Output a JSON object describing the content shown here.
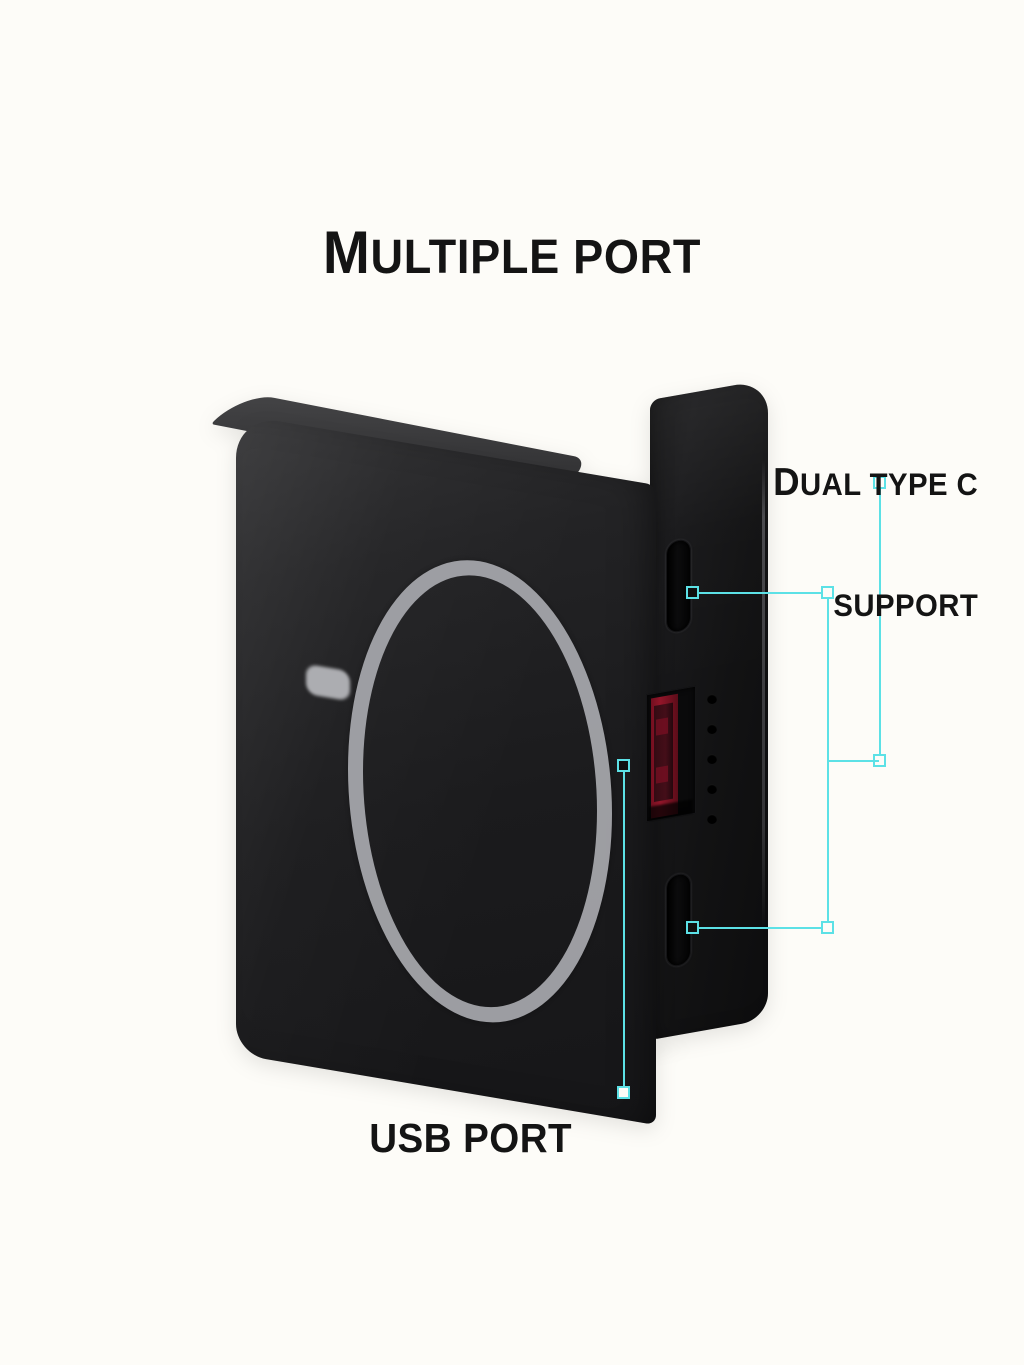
{
  "page": {
    "background_color": "#fdfcf8",
    "accent_color": "#5ce1e6",
    "text_color": "#141414",
    "title": "Multiple port",
    "title_cap": "M",
    "title_rest": "ULTIPLE PORT"
  },
  "callouts": {
    "dual_type_c": {
      "line1": "Dual type c",
      "line2": "support",
      "line1_cap": "D",
      "line1_rest": "UAL TYPE C",
      "line2_text": "SUPPORT"
    },
    "usb_port": {
      "label": "USB PORT"
    }
  },
  "product": {
    "name": "magsafe-power-bank",
    "body_color": "#1b1b1d",
    "ring_color": "#a7a8ad",
    "usb_a_color": "#b01830",
    "ports": [
      {
        "name": "usb-c-top",
        "type": "USB-C"
      },
      {
        "name": "usb-a",
        "type": "USB-A"
      },
      {
        "name": "usb-c-bottom",
        "type": "USB-C"
      }
    ],
    "led_indicator_count": 5
  }
}
